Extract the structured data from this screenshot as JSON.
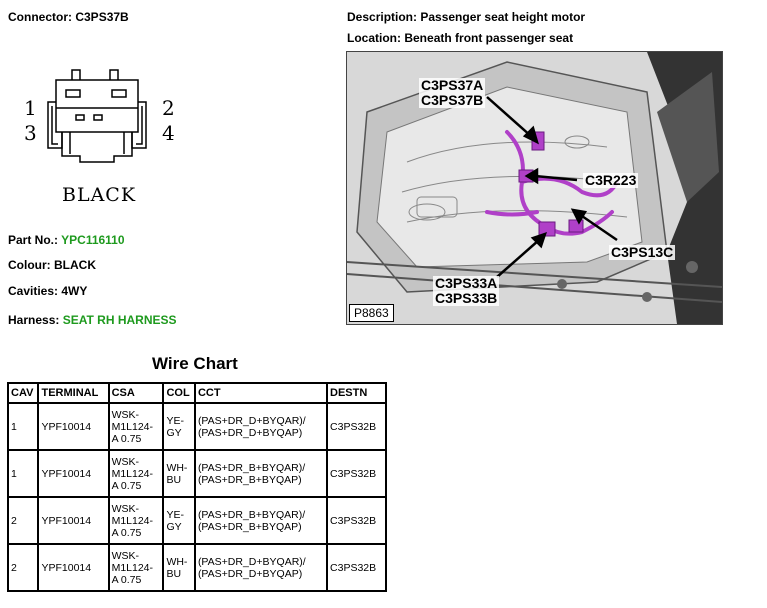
{
  "connector_label": "Connector:",
  "connector_value": "C3PS37B",
  "description_label": "Description:",
  "description_value": "Passenger seat height motor",
  "location_label": "Location:",
  "location_value": "Beneath front passenger seat",
  "pins": [
    "1",
    "2",
    "3",
    "4"
  ],
  "connector_color_label": "BLACK",
  "part_no_label": "Part No.:",
  "part_no_value": "YPC116110",
  "colour_label": "Colour:",
  "colour_value": "BLACK",
  "cavities_label": "Cavities:",
  "cavities_value": "4WY",
  "harness_label": "Harness:",
  "harness_value": "SEAT RH HARNESS",
  "photo": {
    "callouts": [
      "C3PS37A",
      "C3PS37B",
      "C3R223",
      "C3PS13C",
      "C3PS33A",
      "C3PS33B"
    ],
    "plate": "P8863"
  },
  "wire_chart": {
    "title": "Wire Chart",
    "headers": [
      "CAV",
      "TERMINAL",
      "CSA",
      "COL",
      "CCT",
      "DESTN"
    ],
    "rows": [
      {
        "cav": "1",
        "terminal": "YPF10014",
        "csa1": "WSK-",
        "csa2": "M1L124-",
        "csa3": "A 0.75",
        "col1": "YE-",
        "col2": "GY",
        "cct1": "(PAS+DR_D+BYQAR)/",
        "cct2": "(PAS+DR_D+BYQAP)",
        "destn": "C3PS32B"
      },
      {
        "cav": "1",
        "terminal": "YPF10014",
        "csa1": "WSK-",
        "csa2": "M1L124-",
        "csa3": "A 0.75",
        "col1": "WH-",
        "col2": "BU",
        "cct1": "(PAS+DR_B+BYQAR)/",
        "cct2": "(PAS+DR_B+BYQAP)",
        "destn": "C3PS32B"
      },
      {
        "cav": "2",
        "terminal": "YPF10014",
        "csa1": "WSK-",
        "csa2": "M1L124-",
        "csa3": "A 0.75",
        "col1": "YE-",
        "col2": "GY",
        "cct1": "(PAS+DR_B+BYQAR)/",
        "cct2": "(PAS+DR_B+BYQAP)",
        "destn": "C3PS32B"
      },
      {
        "cav": "2",
        "terminal": "YPF10014",
        "csa1": "WSK-",
        "csa2": "M1L124-",
        "csa3": "A 0.75",
        "col1": "WH-",
        "col2": "BU",
        "cct1": "(PAS+DR_D+BYQAR)/",
        "cct2": "(PAS+DR_D+BYQAP)",
        "destn": "C3PS32B"
      }
    ]
  },
  "colors": {
    "green_text": "#1e9a1e",
    "harness_purple": "#b040c8"
  }
}
